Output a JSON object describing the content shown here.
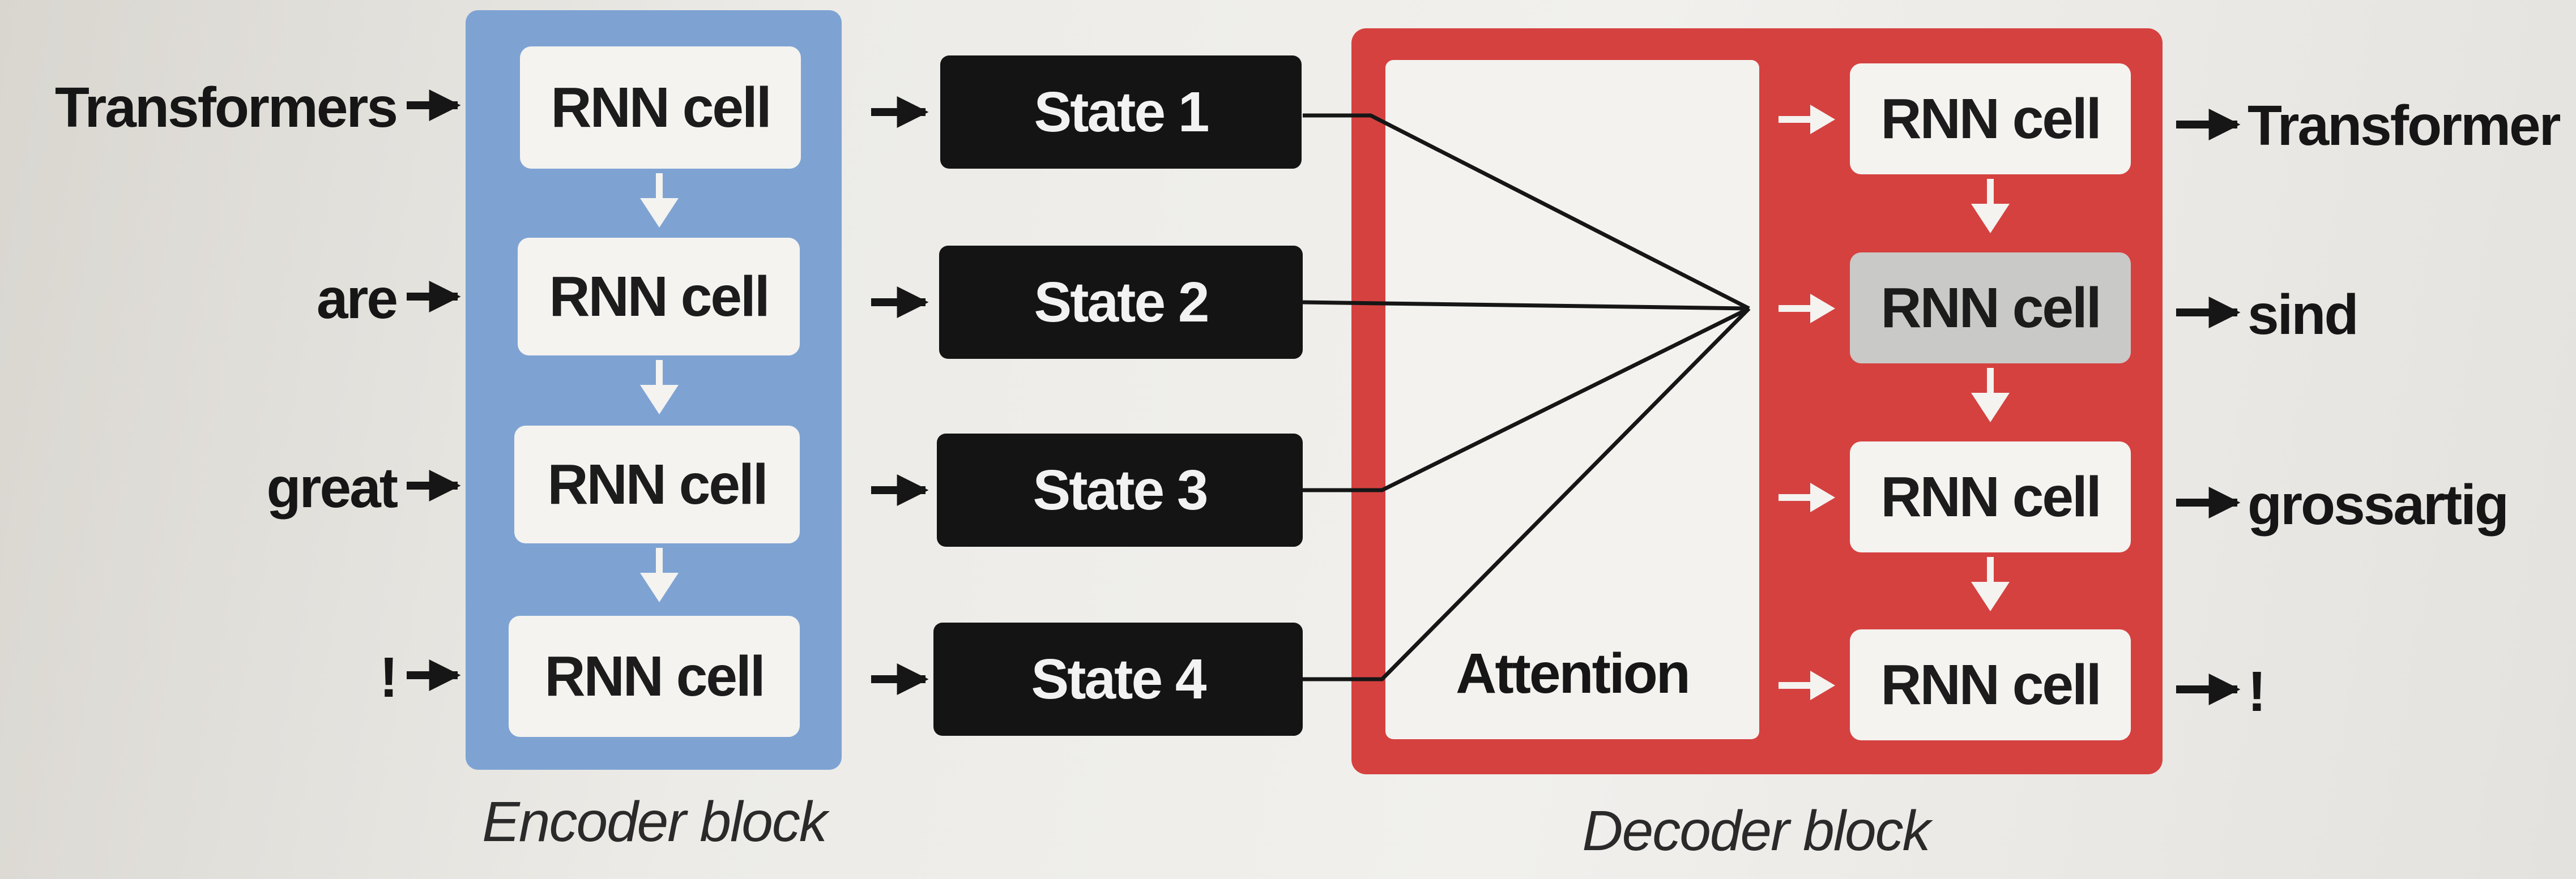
{
  "inputs": [
    "Transformers",
    "are",
    "great",
    "!"
  ],
  "encoder": {
    "cell_label": "RNN cell",
    "caption": "Encoder block",
    "color": "#7ea3d3"
  },
  "states": [
    "State 1",
    "State 2",
    "State 3",
    "State 4"
  ],
  "attention": {
    "label": "Attention"
  },
  "decoder": {
    "cell_label": "RNN cell",
    "caption": "Decoder block",
    "color": "#d5413f",
    "highlighted_cell_index": 1
  },
  "outputs": [
    "Transformer",
    "sind",
    "grossartig",
    "!"
  ]
}
